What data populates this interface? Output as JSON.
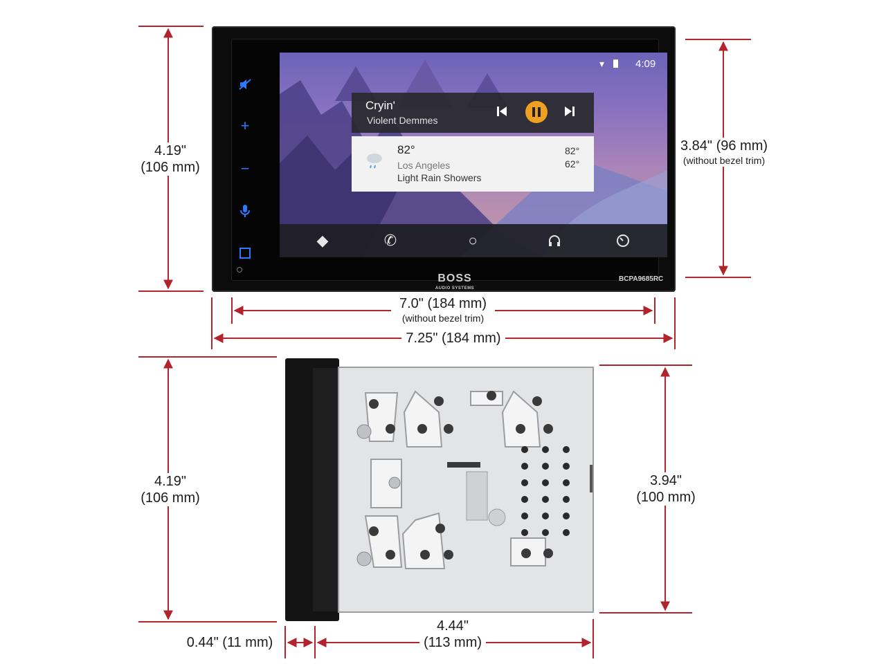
{
  "dimensions": {
    "front_height": {
      "value": "4.19\"",
      "metric": "(106 mm)"
    },
    "screen_height": {
      "value": "3.84\" (96 mm)",
      "note": "(without bezel trim)"
    },
    "screen_width": {
      "value": "7.0\" (184 mm)",
      "note": "(without bezel trim)"
    },
    "overall_width": {
      "value": "7.25\" (184 mm)"
    },
    "side_height": {
      "value": "4.19\"",
      "metric": "(106 mm)"
    },
    "chassis_height": {
      "value": "3.94\"",
      "metric": "(100 mm)"
    },
    "faceplate_depth": {
      "value": "0.44\" (11 mm)"
    },
    "chassis_depth": {
      "value": "4.44\"",
      "metric": "(113 mm)"
    }
  },
  "device": {
    "brand": "BOSS",
    "brand_sub": "AUDIO SYSTEMS",
    "model": "BCPA9685RC"
  },
  "screen": {
    "time": "4:09",
    "media": {
      "title": "Cryin'",
      "artist": "Violent Demmes"
    },
    "weather": {
      "temp": "82°",
      "city": "Los Angeles",
      "condition": "Light Rain Showers",
      "high": "82°",
      "low": "62°"
    }
  },
  "colors": {
    "dimension_line": "#b3232b",
    "accent": "#2a7bff",
    "pause": "#f0a020"
  }
}
